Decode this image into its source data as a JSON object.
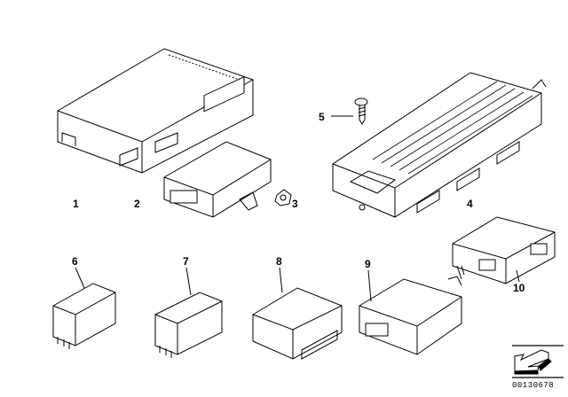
{
  "diagram_id": "00130678",
  "parts": [
    {
      "number": "1",
      "name": "control-module-large"
    },
    {
      "number": "2",
      "name": "control-unit"
    },
    {
      "number": "3",
      "name": "nut"
    },
    {
      "number": "4",
      "name": "control-module-finned"
    },
    {
      "number": "5",
      "name": "screw"
    },
    {
      "number": "6",
      "name": "relay"
    },
    {
      "number": "7",
      "name": "relay"
    },
    {
      "number": "8",
      "name": "control-unit"
    },
    {
      "number": "9",
      "name": "control-unit"
    },
    {
      "number": "10",
      "name": "control-unit"
    }
  ]
}
